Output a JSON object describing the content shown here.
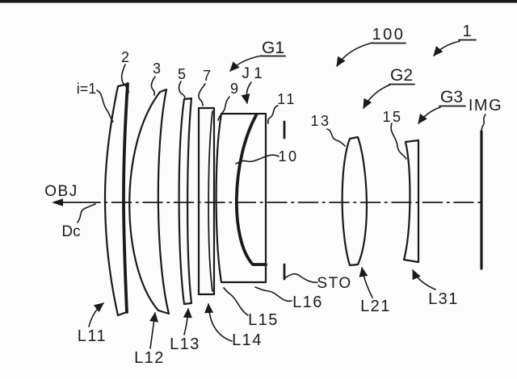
{
  "diagram": {
    "type": "patent-lens-cross-section",
    "colors": {
      "ink": "#1a1a1a",
      "background": "#fcfcfc"
    },
    "axis_labels": {
      "object": "OBJ",
      "image": "IMG",
      "stop": "STO",
      "decenter": "Dc"
    },
    "reference_numerals": {
      "system": "1",
      "optical_system": "100",
      "group_1": "G1",
      "group_2": "G2",
      "group_3": "G3",
      "cemented_doublet": "J 1"
    },
    "surface_numbers": {
      "i1": "i=1",
      "n2": "2",
      "n3": "3",
      "n5": "5",
      "n7": "7",
      "n9": "9",
      "n10": "10",
      "n11": "11",
      "n13": "13",
      "n15": "15"
    },
    "lens_labels": {
      "l11": "L11",
      "l12": "L12",
      "l13": "L13",
      "l14": "L14",
      "l15": "L15",
      "l16": "L16",
      "l21": "L21",
      "l31": "L31"
    }
  }
}
